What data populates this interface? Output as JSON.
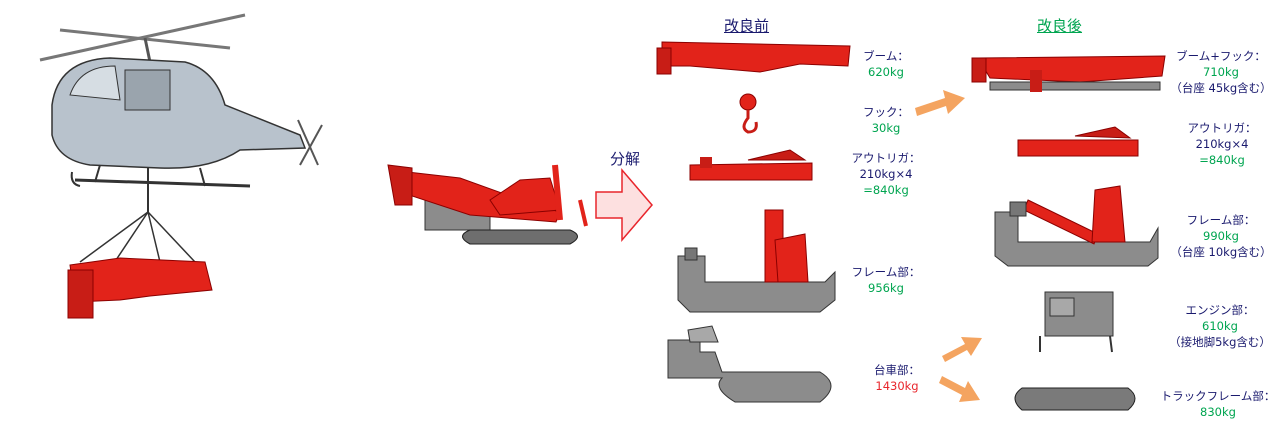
{
  "headers": {
    "before": "改良前",
    "after": "改良後"
  },
  "decompose_label": "分解",
  "before_parts": [
    {
      "name": "ブーム：",
      "weight": "620kg"
    },
    {
      "name": "フック：",
      "weight": "30kg"
    },
    {
      "lines": [
        "アウトリガ：",
        "210kg×4"
      ],
      "weight": "=840kg"
    },
    {
      "name": "フレーム部：",
      "weight": "956kg"
    },
    {
      "name": "台車部：",
      "weight": "1430kg"
    }
  ],
  "after_parts": [
    {
      "name": "ブーム+フック：",
      "weight": "710kg",
      "note": "（台座 45kg含む）"
    },
    {
      "lines": [
        "アウトリガ：",
        "210kg×4"
      ],
      "weight": "=840kg"
    },
    {
      "name": "フレーム部：",
      "weight": "990kg",
      "note": "（台座 10kg含む）"
    },
    {
      "name": "エンジン部：",
      "weight": "610kg",
      "note": "（接地脚5kg含む）"
    },
    {
      "name": "トラックフレーム部：",
      "weight": "830kg"
    }
  ],
  "colors": {
    "red": "#e2231a",
    "gray": "#8c8c8c",
    "navy": "#1a1a6e",
    "green": "#00a550",
    "arrow": "#f4a460"
  }
}
